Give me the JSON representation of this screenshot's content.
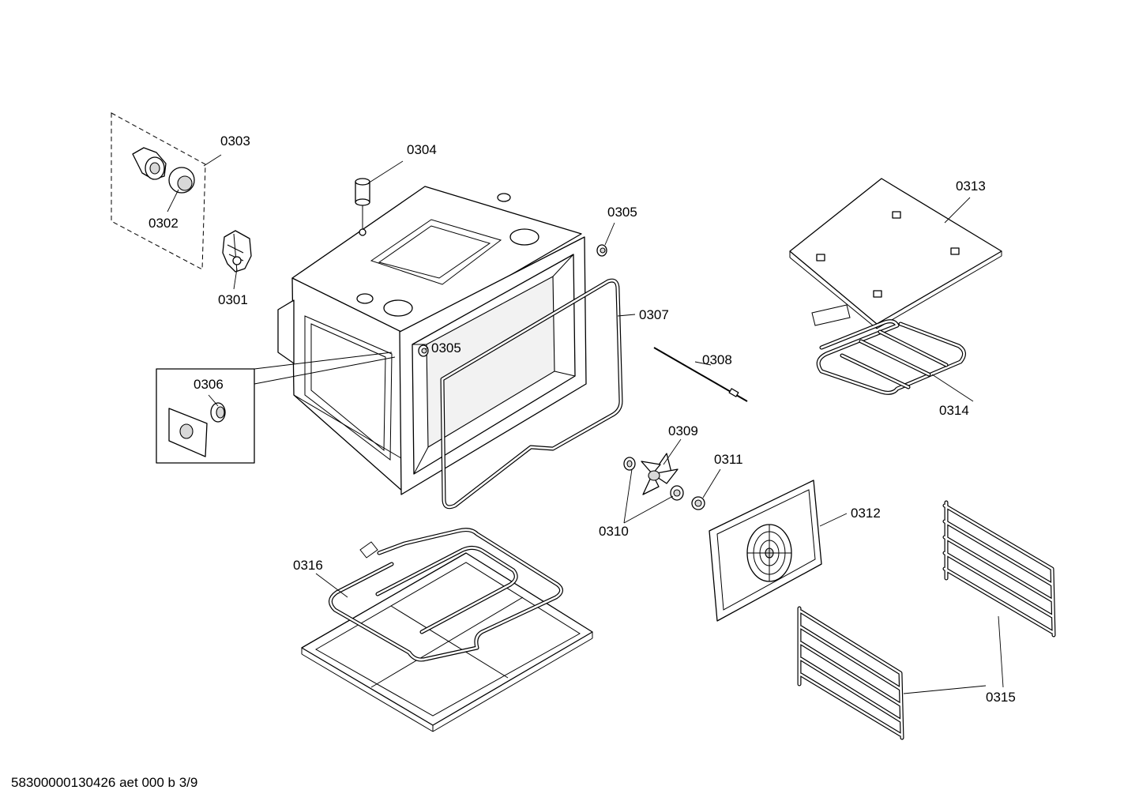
{
  "labels": {
    "p0301": "0301",
    "p0302": "0302",
    "p0303": "0303",
    "p0304": "0304",
    "p0305a": "0305",
    "p0305b": "0305",
    "p0306": "0306",
    "p0307": "0307",
    "p0308": "0308",
    "p0309": "0309",
    "p0310": "0310",
    "p0311": "0311",
    "p0312": "0312",
    "p0313": "0313",
    "p0314": "0314",
    "p0315": "0315",
    "p0316": "0316"
  },
  "footer": "58300000130426 aet 000 b 3/9"
}
